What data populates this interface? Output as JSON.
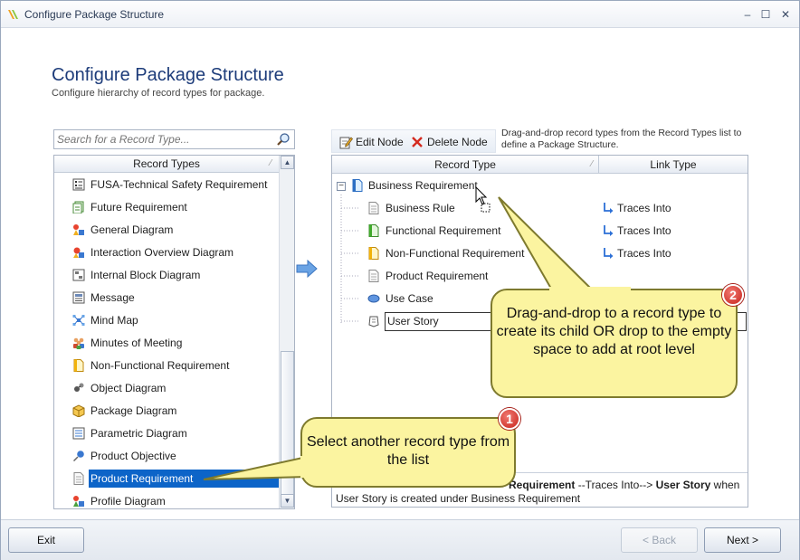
{
  "window": {
    "title": "Configure Package Structure",
    "controls": {
      "minimize": "‒",
      "maximize": "☐",
      "close": "✕"
    }
  },
  "page": {
    "heading": "Configure Package Structure",
    "subheading": "Configure hierarchy of record types for package."
  },
  "record_types": {
    "search_placeholder": "Search for a Record Type...",
    "column_header": "Record Types",
    "items": [
      {
        "label": "FUSA-Technical Safety Requirement",
        "icon": "requirement-list-icon"
      },
      {
        "label": "Future Requirement",
        "icon": "document-stack-icon"
      },
      {
        "label": "General Diagram",
        "icon": "diagram-icon"
      },
      {
        "label": "Interaction Overview Diagram",
        "icon": "interaction-diagram-icon"
      },
      {
        "label": "Internal Block Diagram",
        "icon": "block-diagram-icon"
      },
      {
        "label": "Message",
        "icon": "message-icon"
      },
      {
        "label": "Mind Map",
        "icon": "mind-map-icon"
      },
      {
        "label": "Minutes of Meeting",
        "icon": "people-icon"
      },
      {
        "label": "Non-Functional Requirement",
        "icon": "yellow-document-icon"
      },
      {
        "label": "Object Diagram",
        "icon": "object-diagram-icon"
      },
      {
        "label": "Package Diagram",
        "icon": "package-icon"
      },
      {
        "label": "Parametric Diagram",
        "icon": "parametric-diagram-icon"
      },
      {
        "label": "Product Objective",
        "icon": "pushpin-icon"
      },
      {
        "label": "Product Requirement",
        "icon": "gray-document-icon",
        "selected": true
      },
      {
        "label": "Profile Diagram",
        "icon": "profile-diagram-icon"
      }
    ]
  },
  "toolbar": {
    "edit_node": "Edit Node",
    "delete_node": "Delete Node",
    "hint": "Drag-and-drop record types from the Record Types list to define a Package Structure."
  },
  "structure": {
    "col_record_type": "Record Type",
    "col_link_type": "Link Type",
    "root": {
      "label": "Business Requirement",
      "expander": "−"
    },
    "children": [
      {
        "label": "Business Rule",
        "link": "Traces Into",
        "icon": "gray-document-icon"
      },
      {
        "label": "Functional Requirement",
        "link": "Traces Into",
        "icon": "green-document-icon"
      },
      {
        "label": "Non-Functional Requirement",
        "link": "Traces Into",
        "icon": "yellow-document-icon"
      },
      {
        "label": "Product Requirement",
        "link": "",
        "icon": "gray-document-icon"
      },
      {
        "label": "Use Case",
        "link": "",
        "icon": "use-case-icon"
      },
      {
        "label": "User Story",
        "link": "",
        "icon": "user-story-icon",
        "editing": true
      }
    ],
    "description": {
      "part1": "Requirement",
      "part2": " --Traces Into--> ",
      "part3": "User Story",
      "part4": " when",
      "line2": "User Story is created under Business Requirement"
    }
  },
  "callouts": [
    {
      "number": "1",
      "text": "Select another record type from the list"
    },
    {
      "number": "2",
      "text": "Drag-and-drop to a record type to create its child OR drop to the empty space to add at root level"
    }
  ],
  "footer": {
    "exit": "Exit",
    "back": "< Back",
    "next": "Next >"
  },
  "colors": {
    "heading": "#1d3c7a",
    "selection": "#0c64c8",
    "callout_fill": "#fbf4a0",
    "badge": "#d9342b",
    "link_arrow": "#2b6fd6"
  }
}
